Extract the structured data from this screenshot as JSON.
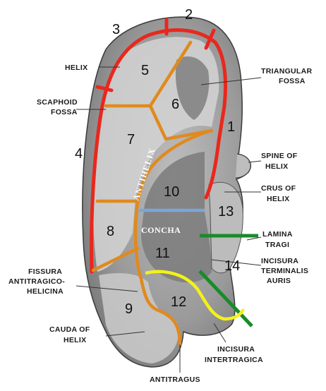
{
  "labels": {
    "helix": "HELIX",
    "scaphoid_1": "SCAPHOID",
    "scaphoid_2": "FOSSA",
    "triangular_1": "TRIANGULAR",
    "triangular_2": "FOSSA",
    "spine_1": "SPINE OF",
    "spine_2": "HELIX",
    "crus_1": "CRUS OF",
    "crus_2": "HELIX",
    "lamina_1": "LAMINA",
    "lamina_2": "TRAGI",
    "incisura_1": "INCISURA",
    "incisura_2": "TERMINALIS",
    "incisura_3": "AURIS",
    "fissura_1": "FISSURA",
    "fissura_2": "ANTITRAGICO-",
    "fissura_3": "HELICINA",
    "cauda_1": "CAUDA OF",
    "cauda_2": "HELIX",
    "intertragica_1": "INCISURA",
    "intertragica_2": "INTERTRAGICA",
    "antitragus": "ANTITRAGUS",
    "antihelix": "ANTIHELIX",
    "concha": "CONCHA"
  },
  "regions": [
    "1",
    "2",
    "3",
    "4",
    "5",
    "6",
    "7",
    "8",
    "9",
    "10",
    "11",
    "12",
    "13",
    "14"
  ],
  "colors": {
    "helix_boundary": "#e8281e",
    "subdivision": "#e08a1e",
    "blue_line": "#7aa6d8",
    "green_line": "#1a8a2a",
    "yellow_line": "#f2f21a"
  }
}
